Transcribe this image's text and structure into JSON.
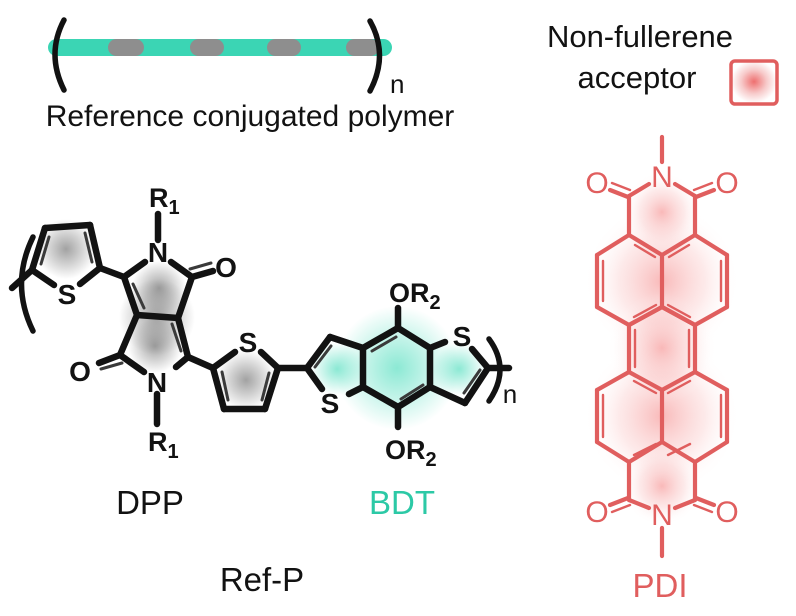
{
  "colors": {
    "black": "#121212",
    "teal_bar": "#3bd5b4",
    "teal_text": "#2cc9a6",
    "gray_dash": "#8e8e8e",
    "red": "#e05e5e"
  },
  "polymer_schematic": {
    "caption": "Reference conjugated polymer",
    "repeat_subscript": "n"
  },
  "nfa_legend": {
    "line1": "Non-fullerene",
    "line2": "acceptor",
    "swatch": "red-gradient-square"
  },
  "ref_p": {
    "name": "Ref-P",
    "units": {
      "dpp": "DPP",
      "bdt": "BDT"
    },
    "substituents": {
      "r1_base": "R",
      "r1_sub": "1",
      "or2_base": "OR",
      "or2_sub": "2"
    },
    "atoms": {
      "sulfur": "S",
      "nitrogen": "N",
      "oxygen": "O"
    },
    "repeat_subscript": "n"
  },
  "pdi": {
    "name": "PDI",
    "atoms": {
      "nitrogen": "N",
      "oxygen": "O"
    }
  }
}
